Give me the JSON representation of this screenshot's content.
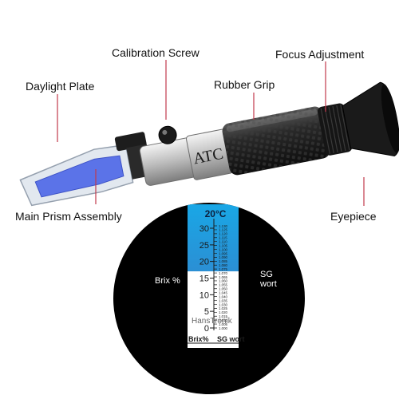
{
  "labels": {
    "calibration_screw": "Calibration Screw",
    "focus_adjustment": "Focus Adjustment",
    "daylight_plate": "Daylight Plate",
    "rubber_grip": "Rubber Grip",
    "main_prism_assembly": "Main Prism Assembly",
    "eyepiece": "Eyepiece"
  },
  "body_marking": "ATC",
  "scale": {
    "temperature": "20°C",
    "left_caption": "Brix %",
    "right_caption": "SG wort",
    "left_footer": "Brix%",
    "right_footer": "SG wort",
    "brix_ticks": [
      "30",
      "25",
      "20",
      "15",
      "10",
      "5",
      "0"
    ],
    "sg_ticks": [
      "1.130",
      "1.125",
      "1.120",
      "1.115",
      "1.110",
      "1.105",
      "1.100",
      "1.095",
      "1.090",
      "1.085",
      "1.080",
      "1.075",
      "1.070",
      "1.065",
      "1.060",
      "1.055",
      "1.050",
      "1.045",
      "1.040",
      "1.035",
      "1.030",
      "1.025",
      "1.020",
      "1.015",
      "1.010",
      "1.005",
      "1.000"
    ],
    "watermark": "HansTronik"
  },
  "colors": {
    "leader": "#c0394b",
    "scale_blue": "#1aa3e0",
    "prism_blue": "#5b73e8"
  }
}
